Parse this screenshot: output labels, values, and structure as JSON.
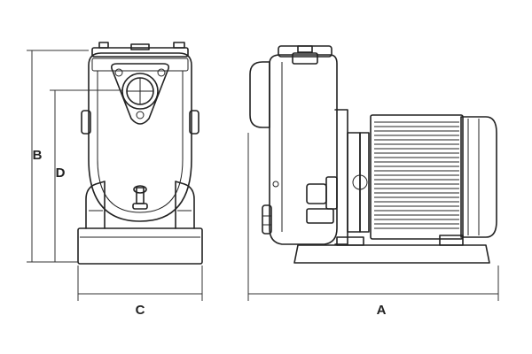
{
  "dimensions": {
    "A": "A",
    "B": "B",
    "C": "C",
    "D": "D"
  },
  "colors": {
    "line": "#222222",
    "background": "#ffffff"
  }
}
